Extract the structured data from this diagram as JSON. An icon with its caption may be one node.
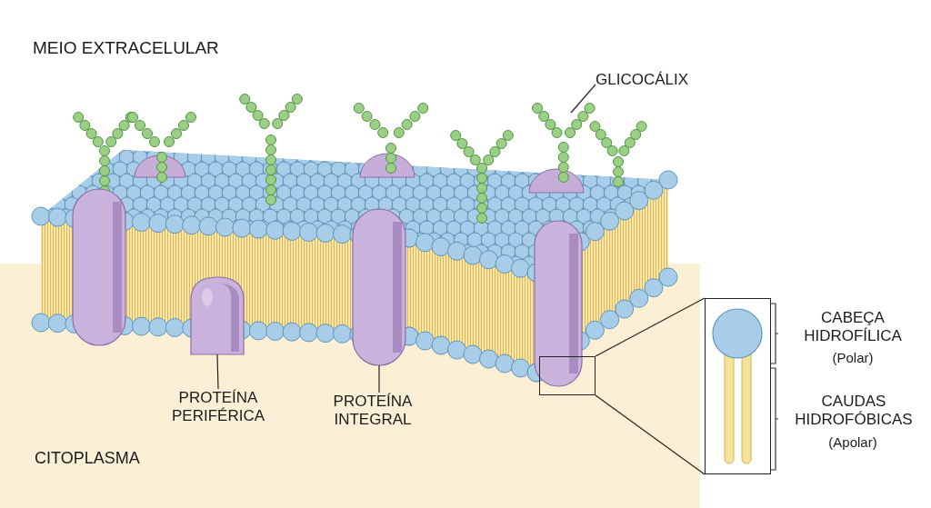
{
  "diagram": {
    "nodes": [
      {
        "text": [
          "GLICOCÁLIX"
        ]
      },
      {
        "text": [],
        "shape": "picture"
      },
      {
        "text": [
          "PROTEÍNA PERIFÉRICA"
        ]
      },
      {
        "text": [],
        "shape": "picture"
      },
      {
        "text": [
          "PROTEÍNA INTEGRAL"
        ]
      },
      {
        "text": [],
        "shape": "picture"
      },
      {
        "text": [],
        "shape": "box"
      },
      {
        "text": [],
        "shape": "box"
      },
      {
        "text": [],
        "shape": "picture"
      },
      {
        "text": [],
        "shape": "picture"
      }
    ],
    "edges": [
      {
        "from": 0,
        "to": 1,
        "arrow": "none"
      },
      {
        "from": 2,
        "to": 3,
        "arrow": "none"
      },
      {
        "from": 4,
        "to": 5,
        "arrow": "none"
      },
      {
        "from": 6,
        "to": 7,
        "arrow": "none"
      },
      {
        "from": 6,
        "to": 7,
        "arrow": "none"
      }
    ],
    "labels": [
      "MEIO EXTRACELULAR",
      "CABEÇA HIDROFÍLICA",
      "(Polar)",
      "CAUDAS HIDROFÓBICAS",
      "(Apolar)",
      "CITOPLASMA"
    ]
  }
}
